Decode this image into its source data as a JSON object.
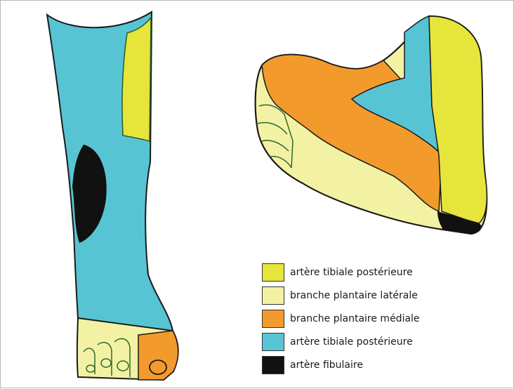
{
  "colors": {
    "tibiale_posterieure_yellow": "#e5e53c",
    "branche_laterale": "#f3f2a4",
    "branche_mediale": "#f39a2c",
    "tibiale_posterieure_blue": "#57c4d3",
    "fibulaire": "#111111",
    "outline": "#1a1a1a"
  },
  "legend": {
    "items": [
      {
        "label": "artère tibiale postérieure",
        "color": "#e5e53c"
      },
      {
        "label": "branche plantaire latérale",
        "color": "#f3f2a4"
      },
      {
        "label": "branche plantaire médiale",
        "color": "#f39a2c"
      },
      {
        "label": "artère tibiale postérieure",
        "color": "#57c4d3"
      },
      {
        "label": "artère fibulaire",
        "color": "#111111"
      }
    ]
  }
}
